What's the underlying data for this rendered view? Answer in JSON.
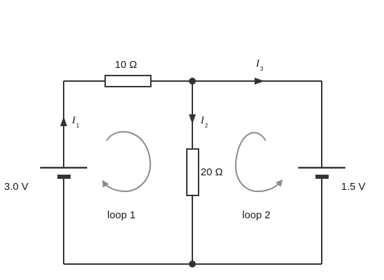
{
  "resistor_top": {
    "label": "10 Ω"
  },
  "resistor_mid": {
    "label": "20 Ω"
  },
  "battery_left": {
    "label": "3.0 V"
  },
  "battery_right": {
    "label": "1.5 V"
  },
  "currents": {
    "i1": {
      "symbol": "I",
      "subscript": "1"
    },
    "i2": {
      "symbol": "I",
      "subscript": "2"
    },
    "i3": {
      "symbol": "I",
      "subscript": "3"
    }
  },
  "loops": {
    "loop1": {
      "label": "loop 1"
    },
    "loop2": {
      "label": "loop 2"
    }
  },
  "colors": {
    "wire": "#333333",
    "loop_arrow": "#8a8a8a",
    "text": "#1a1a1a"
  }
}
